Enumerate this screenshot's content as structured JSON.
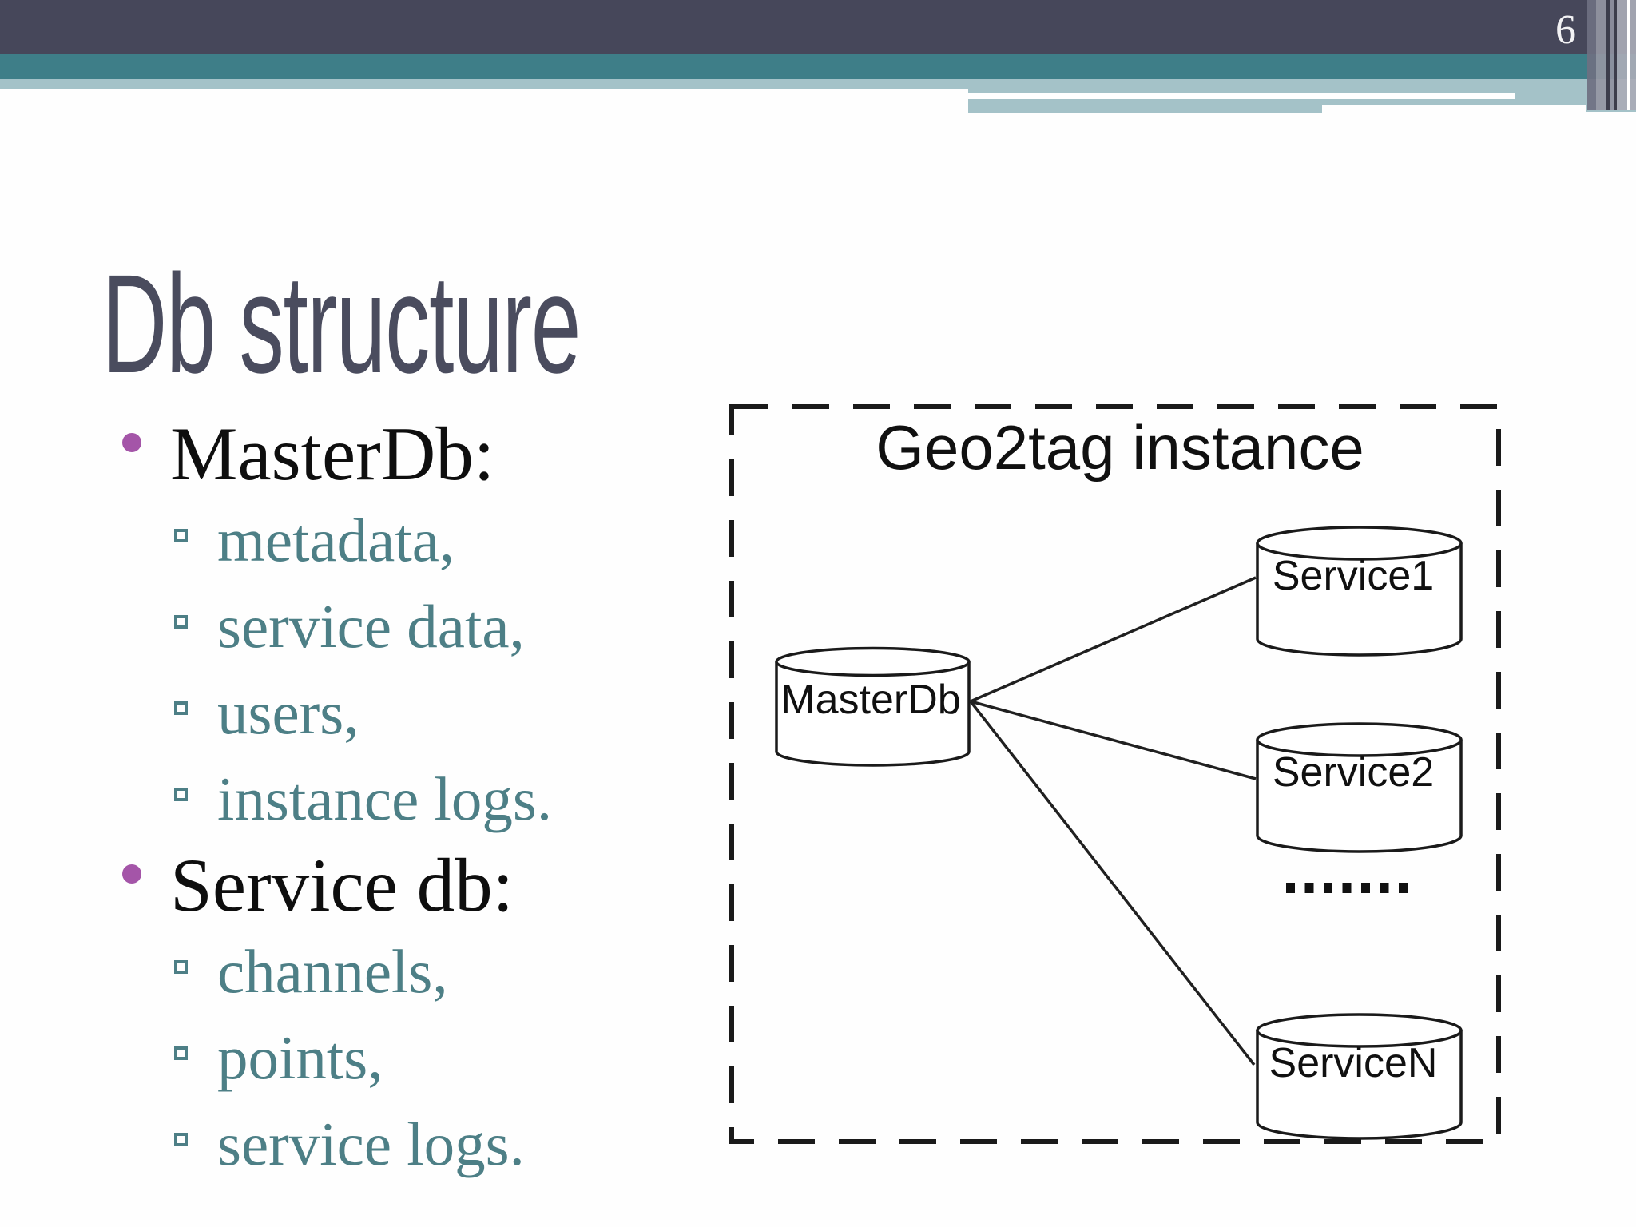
{
  "page": {
    "number": "6"
  },
  "slide": {
    "title": "Db structure"
  },
  "list": {
    "items": [
      {
        "level": 1,
        "text": "MasterDb:"
      },
      {
        "level": 2,
        "text": "metadata,"
      },
      {
        "level": 2,
        "text": "service data,"
      },
      {
        "level": 2,
        "text": "users,"
      },
      {
        "level": 2,
        "text": "instance logs."
      },
      {
        "level": 1,
        "text": "Service db:"
      },
      {
        "level": 2,
        "text": "channels,"
      },
      {
        "level": 2,
        "text": "points,"
      },
      {
        "level": 2,
        "text": "service logs."
      }
    ]
  },
  "diagram": {
    "title": "Geo2tag instance",
    "nodes": [
      {
        "label": "MasterDb"
      },
      {
        "label": "Service1"
      },
      {
        "label": "Service2"
      },
      {
        "label": "ServiceN"
      }
    ],
    "ellipsis": ".......",
    "connections": [
      [
        "MasterDb",
        "Service1"
      ],
      [
        "MasterDb",
        "Service2"
      ],
      [
        "MasterDb",
        "ServiceN"
      ]
    ]
  },
  "colors": {
    "header-dark": "#46475a",
    "header-teal": "#3e7e88",
    "header-light-teal": "#a4c2c8",
    "title-text": "#4a4c5e",
    "bullet-purple": "#a455a8",
    "sub-teal": "#4d7f86",
    "diagram-stroke": "#1a1a1a",
    "page-num": "#f2f2f4"
  }
}
